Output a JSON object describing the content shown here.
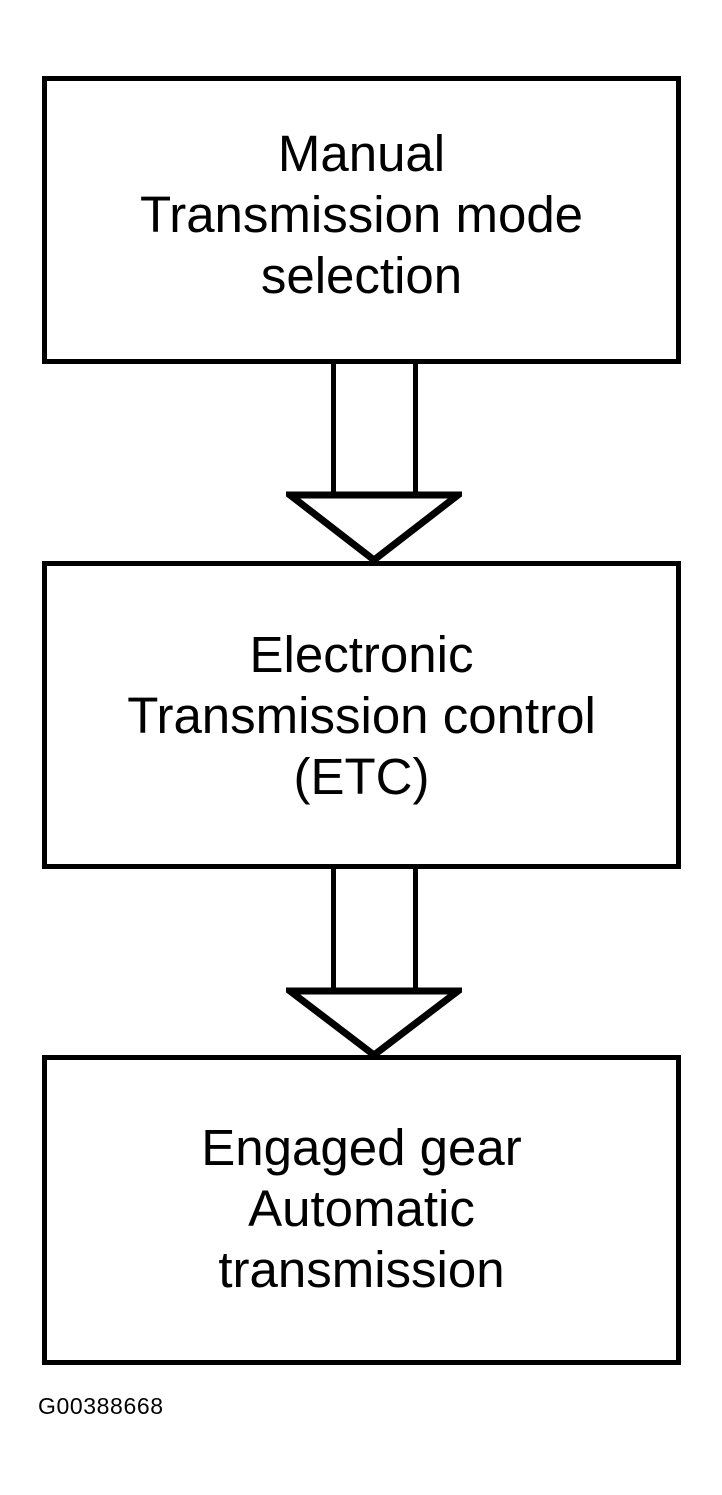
{
  "figure": {
    "kind": "flow-diagram",
    "orientation": "vertical",
    "caption": "G00388668",
    "background_color": "#ffffff",
    "line_color": "#000000"
  },
  "nodes": [
    {
      "id": "manual-mode",
      "label": "Manual\nTransmission mode\nselection",
      "lines": [
        "Manual",
        "Transmission mode",
        "selection"
      ],
      "shape": "rectangle"
    },
    {
      "id": "etc",
      "label": "Electronic\nTransmission control\n(ETC)",
      "lines": [
        "Electronic",
        "Transmission control",
        "(ETC)"
      ],
      "shape": "rectangle"
    },
    {
      "id": "engaged-gear",
      "label": "Engaged gear\nAutomatic\ntransmission",
      "lines": [
        "Engaged gear",
        "Automatic",
        "transmission"
      ],
      "shape": "rectangle"
    }
  ],
  "edges": [
    {
      "id": "manual-to-etc",
      "from": "manual-mode",
      "to": "etc",
      "style": "hollow-block-arrow",
      "direction": "down"
    },
    {
      "id": "etc-to-gear",
      "from": "etc",
      "to": "engaged-gear",
      "style": "hollow-block-arrow",
      "direction": "down"
    }
  ]
}
